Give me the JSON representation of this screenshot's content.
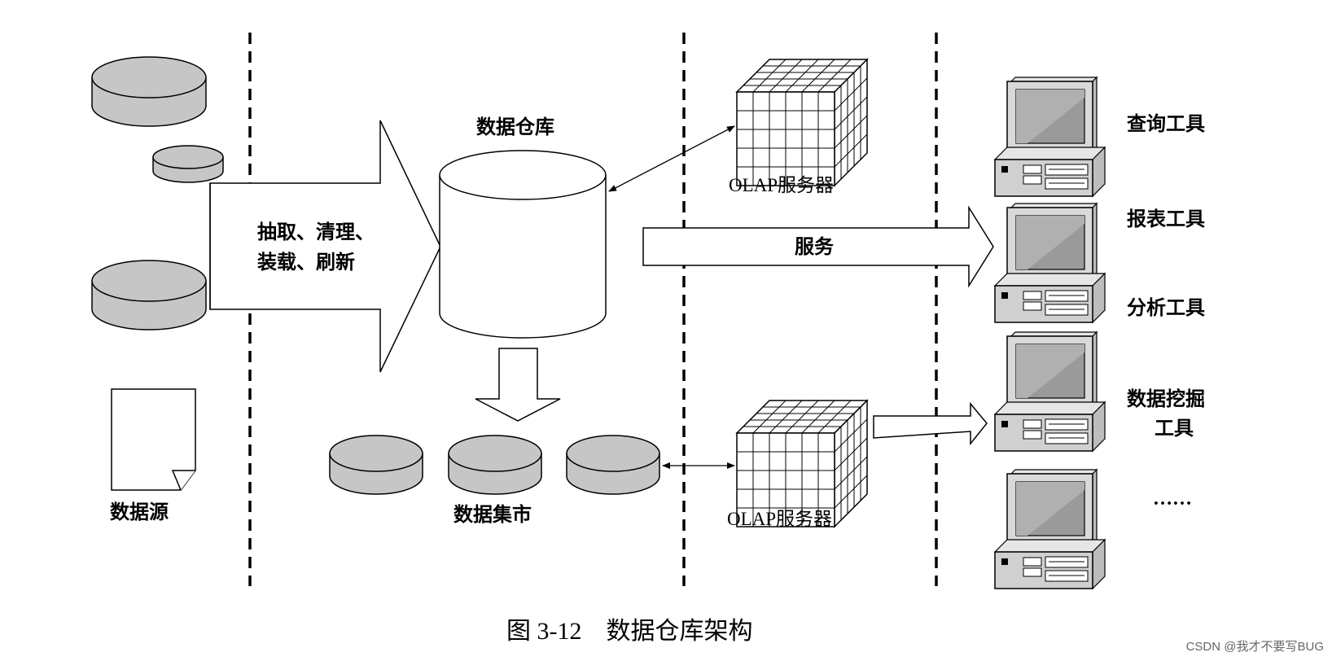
{
  "labels": {
    "data_source": "数据源",
    "etl_line1": "抽取、清理、",
    "etl_line2": "装载、刷新",
    "data_warehouse": "数据仓库",
    "data_mart": "数据集市",
    "olap_server_top": "OLAP服务器",
    "olap_server_bottom": "OLAP服务器",
    "service": "服务",
    "query_tool": "查询工具",
    "report_tool": "报表工具",
    "analysis_tool": "分析工具",
    "mining_tool_line1": "数据挖掘",
    "mining_tool_line2": "工具",
    "ellipsis": "……"
  },
  "caption": "图 3-12　数据仓库架构",
  "watermark": "CSDN @我才不要写BUG",
  "colors": {
    "disk_fill": "#c6c6c6",
    "screen_fill": "#9a9a9a",
    "stroke": "#000000"
  }
}
